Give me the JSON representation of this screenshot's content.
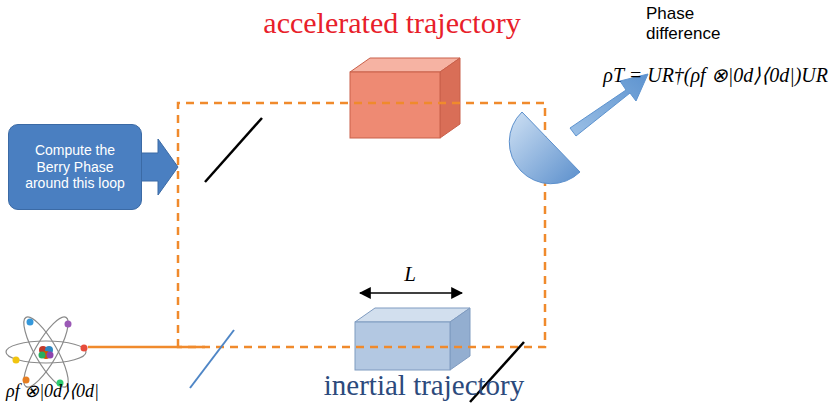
{
  "diagram": {
    "nodes": [
      {
        "text": [
          "Compute the Berry Phase around this loop"
        ]
      }
    ],
    "labels": [
      "accelerated trajectory",
      "Phase difference",
      "ρT = UR†(ρf ⊗|0d⟩⟨0d|)UR",
      "L",
      "inertial trajectory",
      "ρf ⊗|0d⟩⟨0d|"
    ]
  }
}
